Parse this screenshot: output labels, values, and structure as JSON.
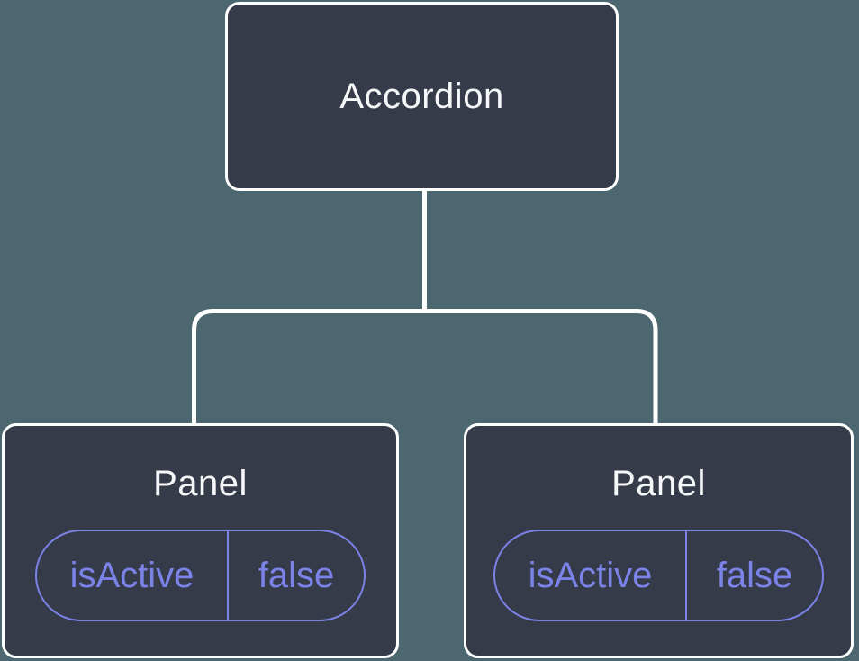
{
  "diagram": {
    "description": "React component tree diagram",
    "colors": {
      "background": "#4d6770",
      "node_fill": "#353b48",
      "node_border": "#ffffff",
      "connector": "#ffffff",
      "title_text": "#f6f7f9",
      "accent_purple": "#7c83e8"
    },
    "tree": {
      "root": {
        "label": "Accordion"
      },
      "children": [
        {
          "label": "Panel",
          "state": {
            "key": "isActive",
            "value": "false"
          }
        },
        {
          "label": "Panel",
          "state": {
            "key": "isActive",
            "value": "false"
          }
        }
      ]
    }
  }
}
